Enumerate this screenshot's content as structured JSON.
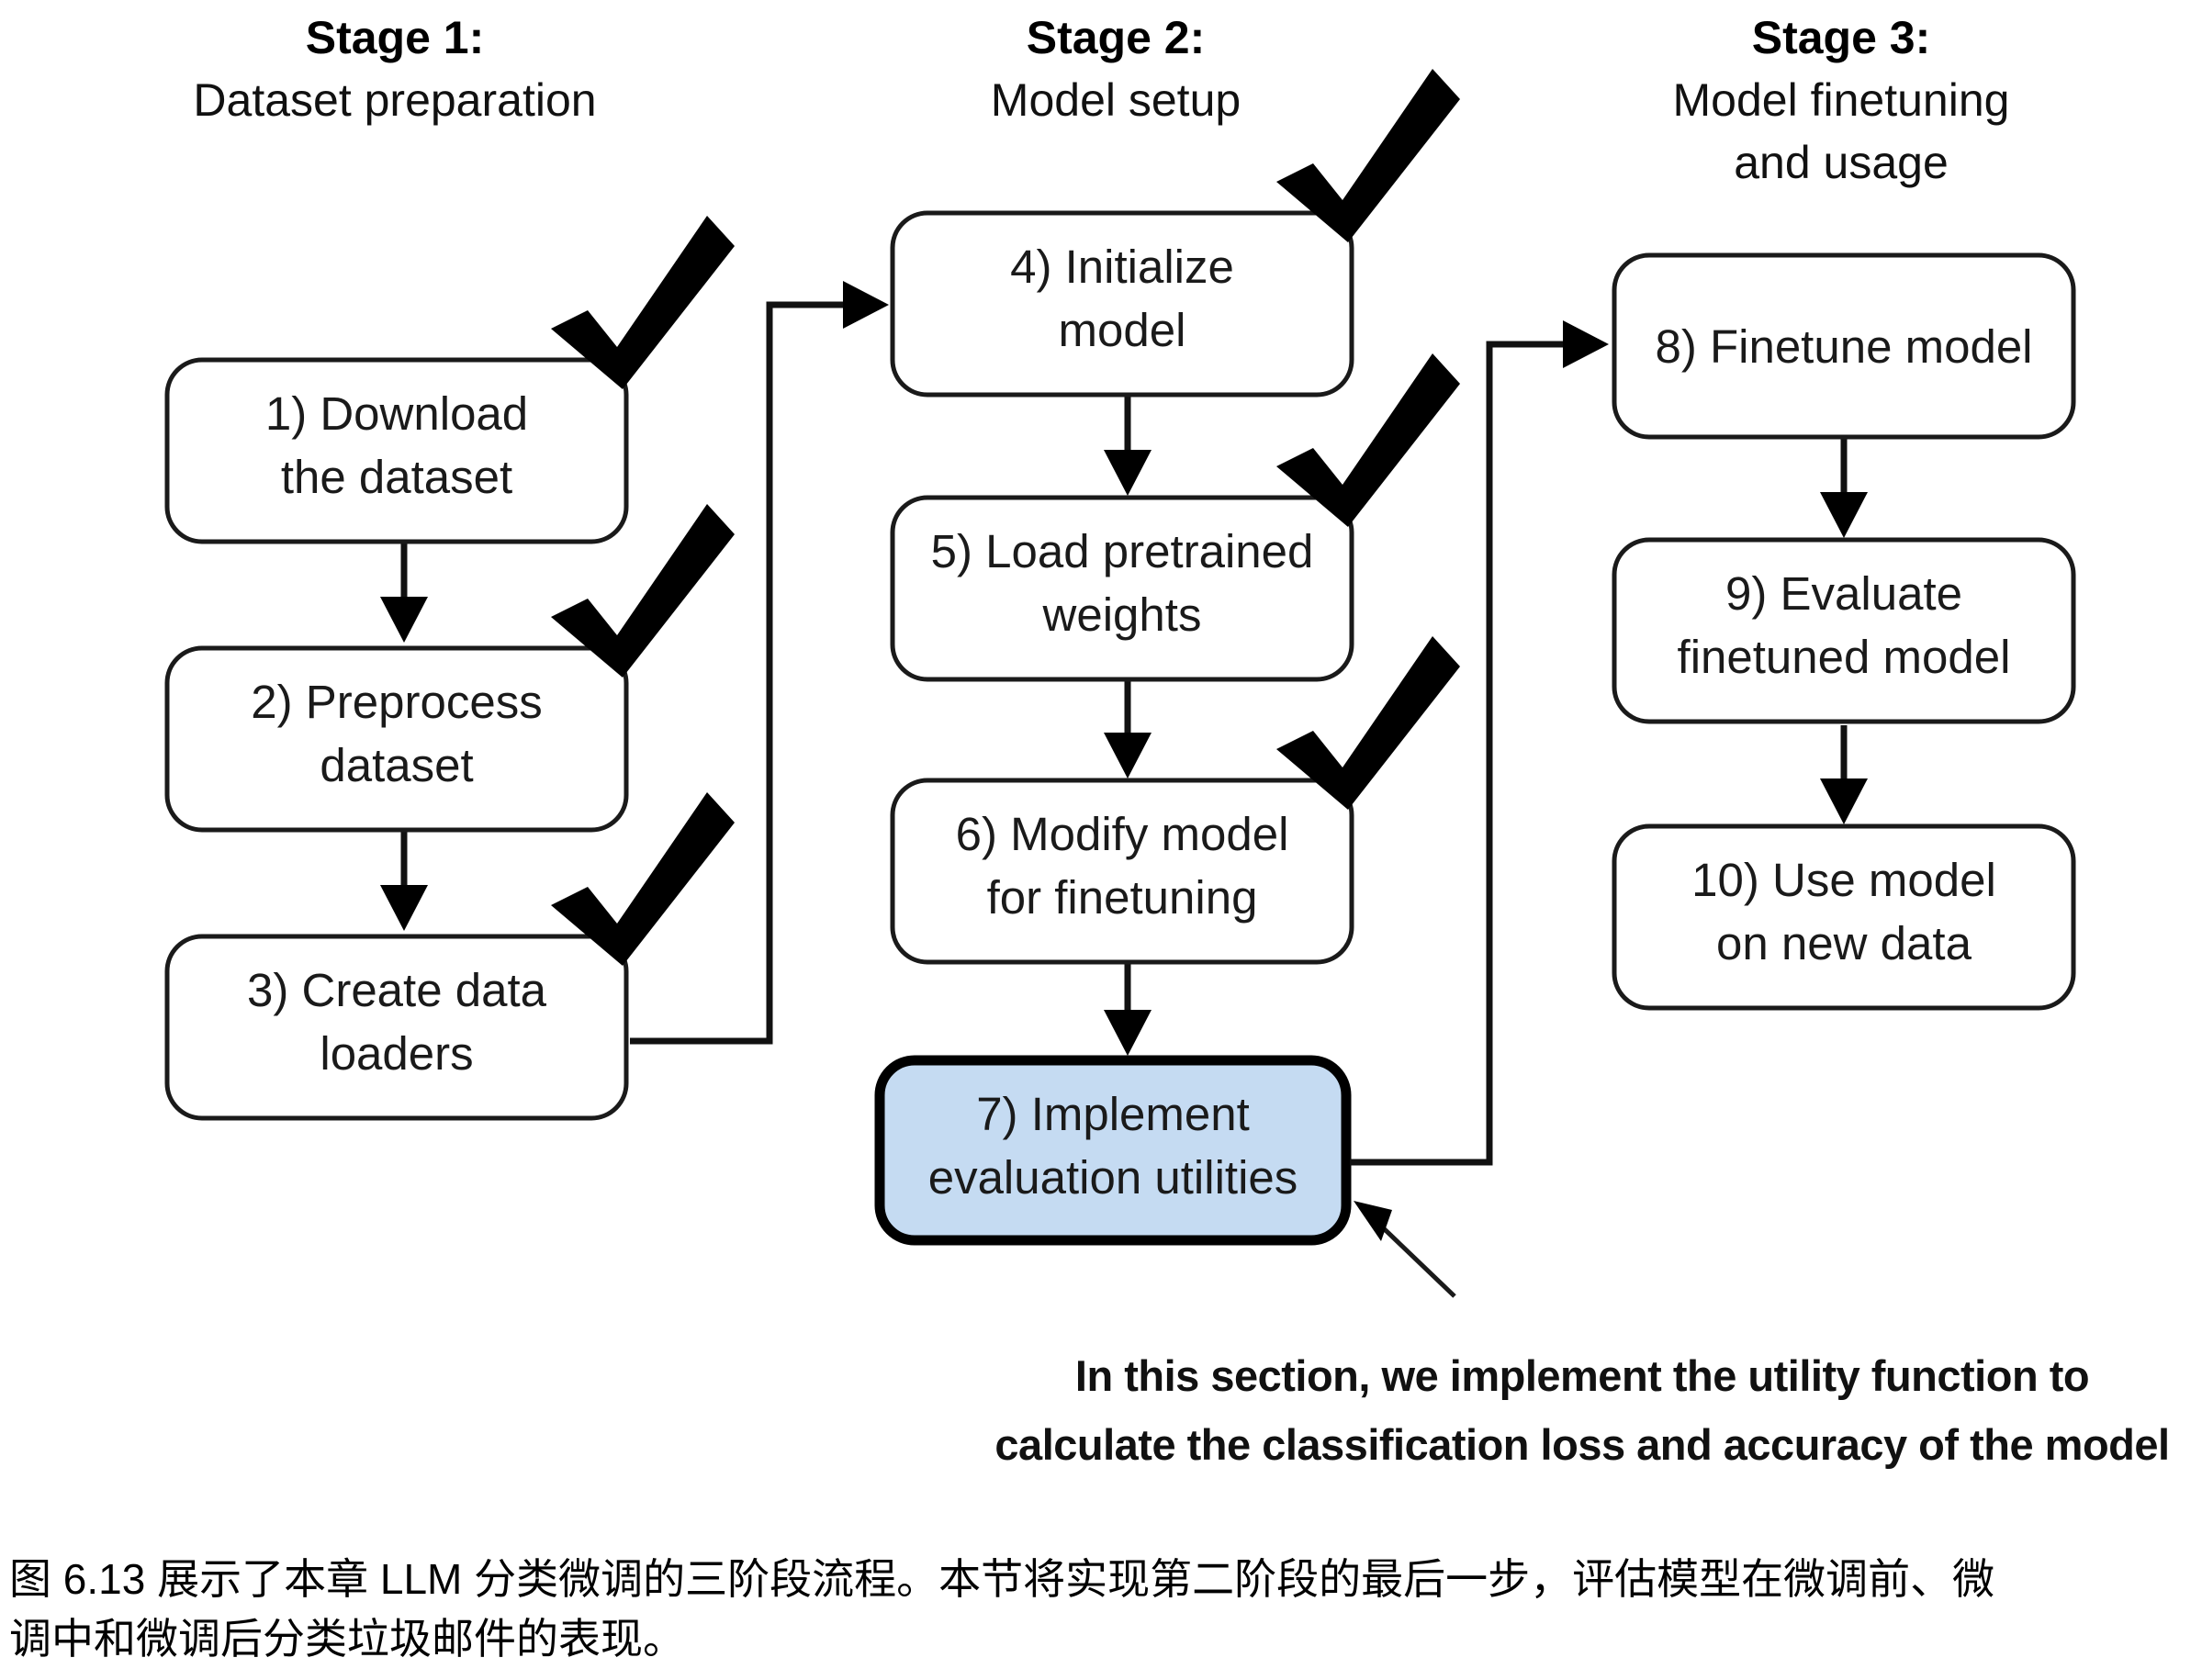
{
  "diagram": {
    "type": "flowchart",
    "stages": [
      {
        "id": "stage-1",
        "title_bold": "Stage 1:",
        "title_sub": "Dataset preparation",
        "steps": [
          {
            "id": "step-1",
            "label_line1": "1) Download",
            "label_line2": "the dataset",
            "checked": true,
            "highlighted": false
          },
          {
            "id": "step-2",
            "label_line1": "2) Preprocess",
            "label_line2": "dataset",
            "checked": true,
            "highlighted": false
          },
          {
            "id": "step-3",
            "label_line1": "3) Create data",
            "label_line2": "loaders",
            "checked": true,
            "highlighted": false
          }
        ]
      },
      {
        "id": "stage-2",
        "title_bold": "Stage 2:",
        "title_sub": "Model setup",
        "steps": [
          {
            "id": "step-4",
            "label_line1": "4) Initialize",
            "label_line2": "model",
            "checked": true,
            "highlighted": false
          },
          {
            "id": "step-5",
            "label_line1": "5) Load pretrained",
            "label_line2": "weights",
            "checked": true,
            "highlighted": false
          },
          {
            "id": "step-6",
            "label_line1": "6) Modify model",
            "label_line2": "for finetuning",
            "checked": true,
            "highlighted": false
          },
          {
            "id": "step-7",
            "label_line1": "7) Implement",
            "label_line2": "evaluation utilities",
            "checked": false,
            "highlighted": true
          }
        ]
      },
      {
        "id": "stage-3",
        "title_bold": "Stage 3:",
        "title_sub_line1": "Model finetuning",
        "title_sub_line2": "and usage",
        "steps": [
          {
            "id": "step-8",
            "label_line1": "8) Finetune model",
            "label_line2": "",
            "checked": false,
            "highlighted": false
          },
          {
            "id": "step-9",
            "label_line1": "9) Evaluate",
            "label_line2": "finetuned model",
            "checked": false,
            "highlighted": false
          },
          {
            "id": "step-10",
            "label_line1": "10) Use model",
            "label_line2": "on new data",
            "checked": false,
            "highlighted": false
          }
        ]
      }
    ],
    "annotation": {
      "line1": "In this section, we implement the utility function to",
      "line2": "calculate the classification loss and accuracy of the model",
      "points_to": "step-7"
    },
    "colors": {
      "highlight_fill": "#c5dbf2",
      "box_stroke": "#1a1a1a",
      "text": "#1a1a1a",
      "caption": "#1a1a4e"
    }
  },
  "caption": {
    "line1": "图 6.13 展示了本章 LLM 分类微调的三阶段流程。本节将实现第二阶段的最后一步，评估模型在微调前、微",
    "line2": "调中和微调后分类垃圾邮件的表现。"
  }
}
